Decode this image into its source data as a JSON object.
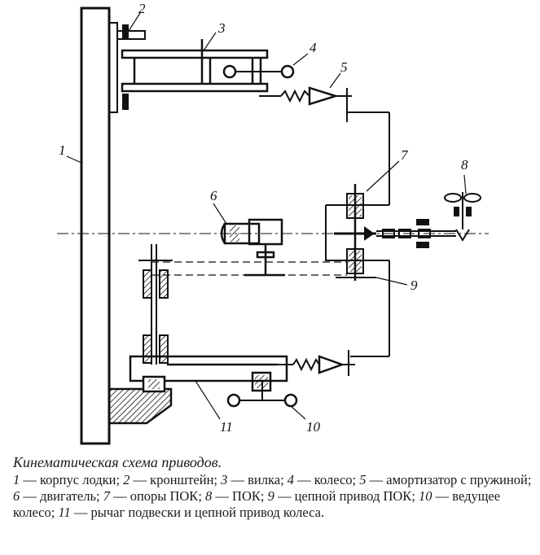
{
  "labels": {
    "l1": "1",
    "l2": "2",
    "l3": "3",
    "l4": "4",
    "l5": "5",
    "l6": "6",
    "l7": "7",
    "l8": "8",
    "l9": "9",
    "l10": "10",
    "l11": "11"
  },
  "caption": {
    "title": "Кинематическая схема приводов.",
    "legend": [
      {
        "num": "1",
        "text": "корпус лодки;"
      },
      {
        "num": "2",
        "text": "кронштейн;"
      },
      {
        "num": "3",
        "text": "вилка;"
      },
      {
        "num": "4",
        "text": "колесо;"
      },
      {
        "num": "5",
        "text": "амортизатор с пружиной;"
      },
      {
        "num": "6",
        "text": "двигатель;"
      },
      {
        "num": "7",
        "text": "опоры ПОК;"
      },
      {
        "num": "8",
        "text": "ПОК;"
      },
      {
        "num": "9",
        "text": "цепной привод ПОК;"
      },
      {
        "num": "10",
        "text": "ведущее колесо;"
      },
      {
        "num": "11",
        "text": "рычаг подвески и цепной привод колеса."
      }
    ]
  }
}
